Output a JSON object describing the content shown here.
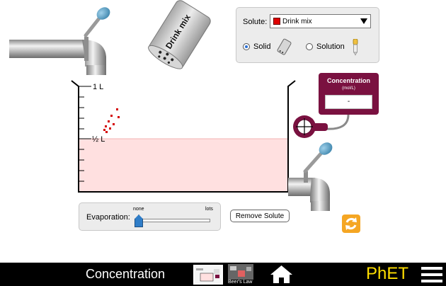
{
  "shaker": {
    "label": "Drink mix"
  },
  "solute_panel": {
    "label": "Solute:",
    "selected": "Drink mix",
    "swatch_color": "#e00000",
    "form_options": [
      {
        "label": "Solid",
        "selected": true,
        "icon": "shaker-icon"
      },
      {
        "label": "Solution",
        "selected": false,
        "icon": "dropper-icon"
      }
    ]
  },
  "beaker": {
    "label_full": "1 L",
    "label_half": "½ L",
    "solution_color": "#ffe0e0",
    "solution_level_fraction": 0.5
  },
  "concentration_meter": {
    "title": "Concentration",
    "units": "(mol/L)",
    "value": "-"
  },
  "evaporation": {
    "label": "Evaporation:",
    "min_label": "none",
    "max_label": "lots",
    "level_fraction": 0
  },
  "buttons": {
    "remove_solute": "Remove Solute",
    "reset": "reset-all-icon"
  },
  "footer": {
    "title": "Concentration",
    "screens": [
      {
        "name": "concentration-screen-thumbnail"
      },
      {
        "label": "Beer's Law"
      }
    ],
    "brand": "PhET",
    "accent": "#ffde00"
  }
}
